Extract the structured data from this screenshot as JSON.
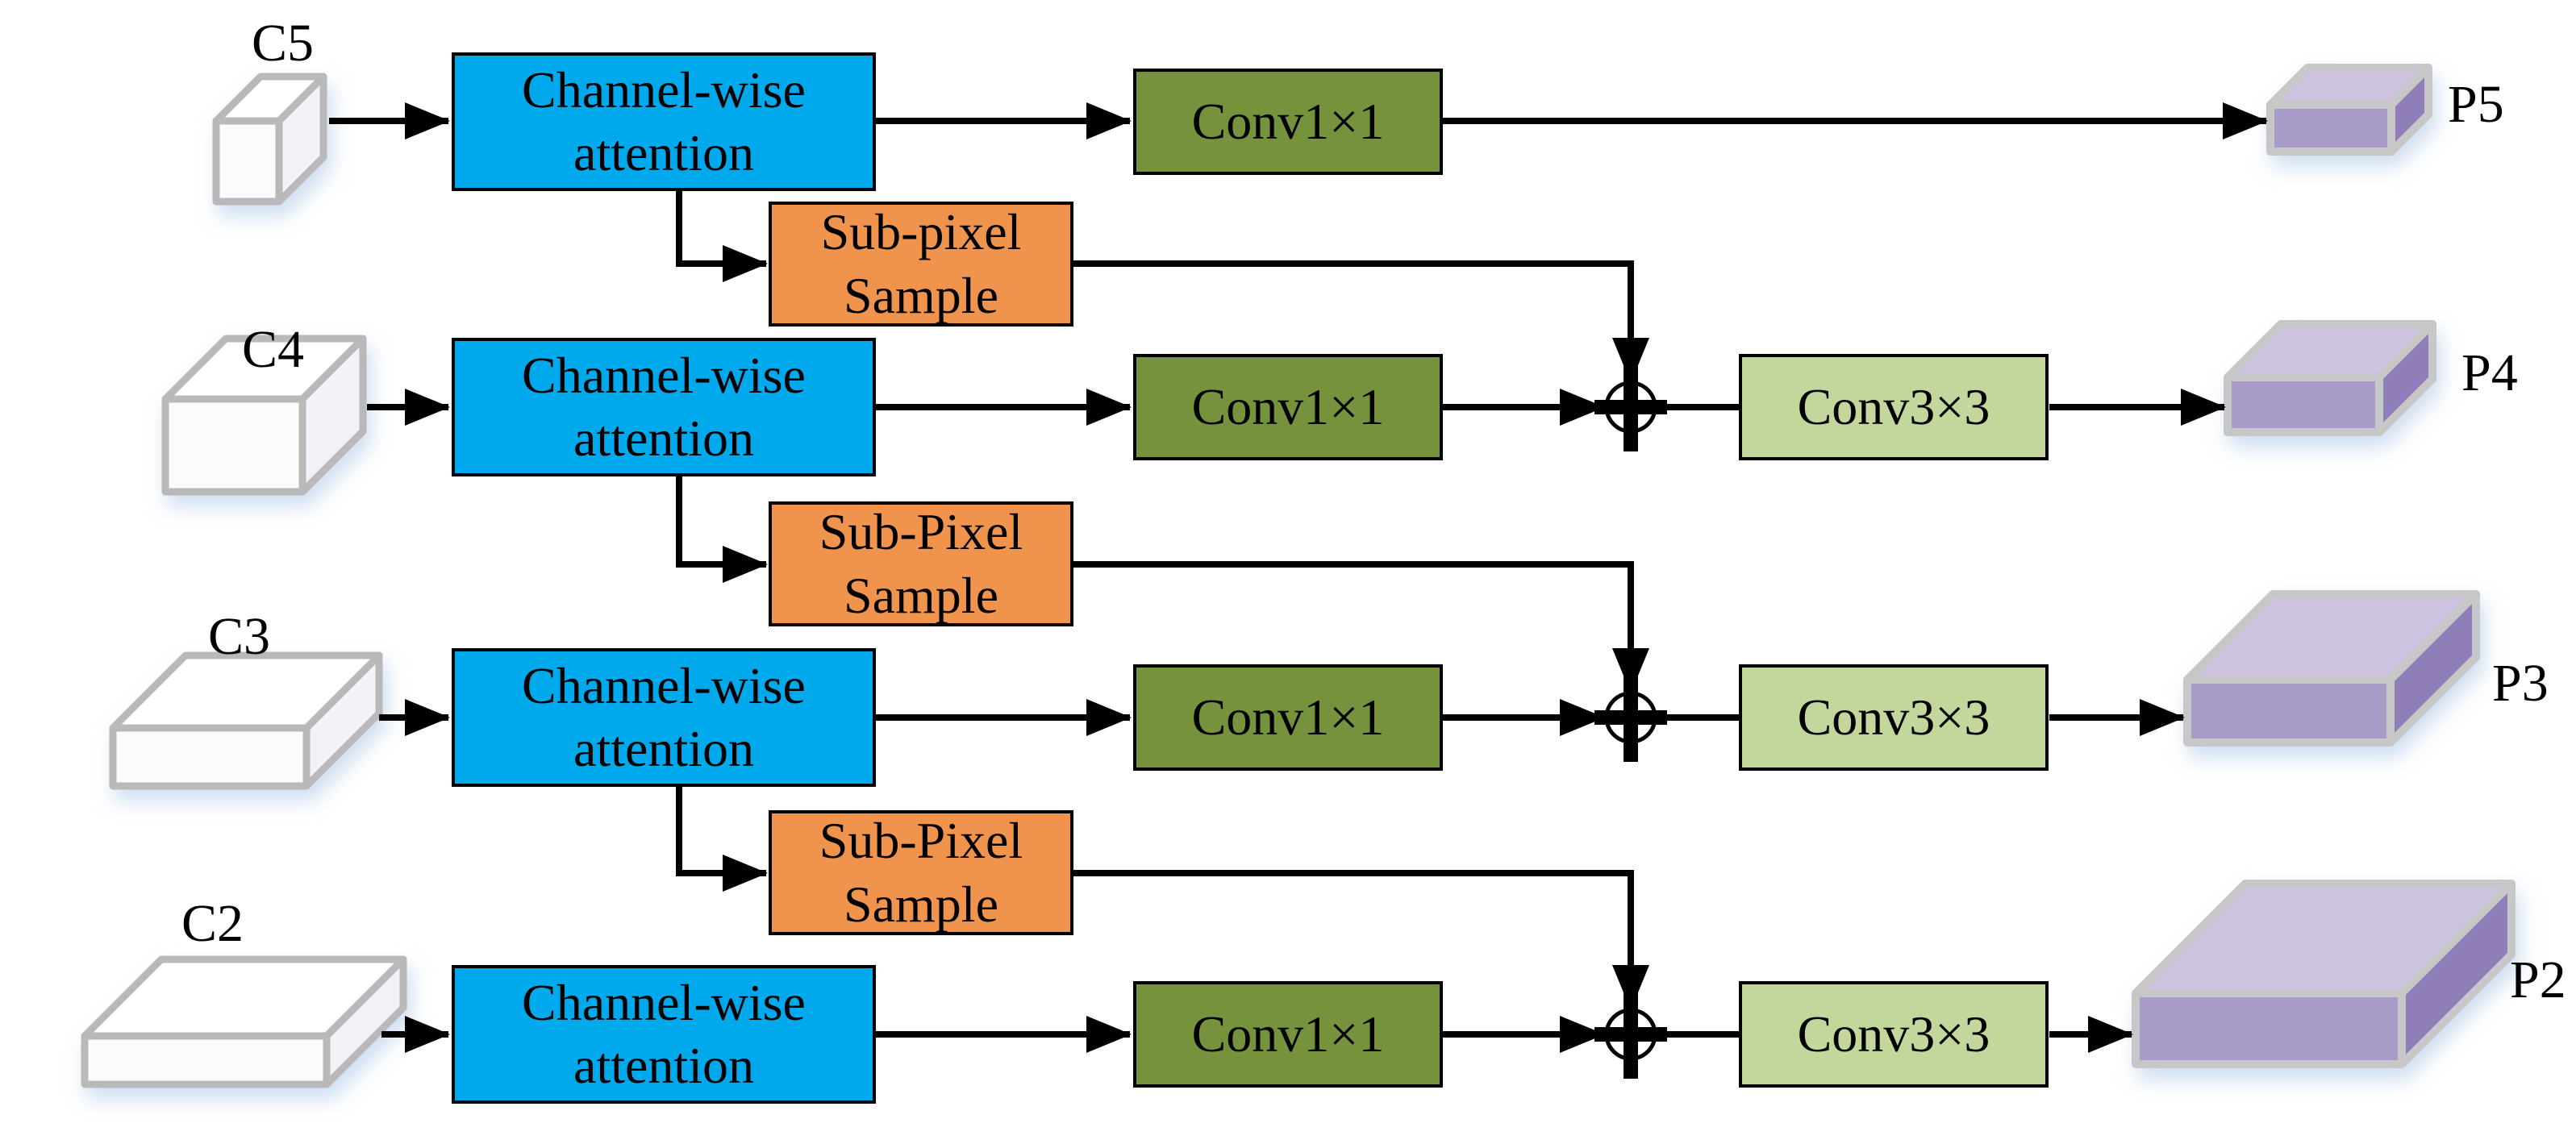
{
  "figure": {
    "background": "#FFFFFF",
    "colors": {
      "attention_fill": "#00A8EC",
      "subpixel_fill": "#F0944D",
      "conv1_fill": "#76923C",
      "conv3_fill": "#C3D69B",
      "slab_top": "#CDC3DF",
      "slab_front": "#A99BC8",
      "slab_side": "#8F7EB8",
      "slab_frame": "#C7C7C7",
      "cube_stroke": "#B9B9B9",
      "cube_front": "#FBFBFE",
      "cube_top": "#FFFFFF",
      "cube_side": "#F2F2F8",
      "line": "#000000"
    },
    "labels": {
      "attention_line1": "Channel-wise",
      "attention_line2": "attention",
      "conv1": "Conv1×1",
      "conv3": "Conv3×3"
    },
    "subpixel": [
      {
        "line1": "Sub-pixel",
        "line2": "Sample"
      },
      {
        "line1": "Sub-Pixel",
        "line2": "Sample"
      },
      {
        "line1": "Sub-Pixel",
        "line2": "Sample"
      }
    ],
    "rows": [
      {
        "input": "C5",
        "output": "P5"
      },
      {
        "input": "C4",
        "output": "P4"
      },
      {
        "input": "C3",
        "output": "P3"
      },
      {
        "input": "C2",
        "output": "P2"
      }
    ],
    "icons": {
      "add": "circled-plus"
    }
  }
}
